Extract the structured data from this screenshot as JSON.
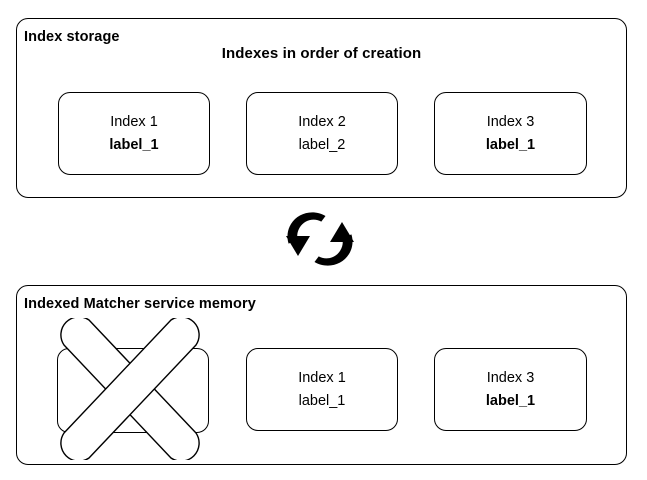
{
  "diagram": {
    "title": "Index storage and Indexed Matcher service memory",
    "stroke_color": "#000000",
    "background_color": "#ffffff"
  },
  "storage_section": {
    "title": "Index storage",
    "heading": "Indexes in order of creation",
    "cards": [
      {
        "name": "Index 1",
        "label": "label_1",
        "label_bold": true
      },
      {
        "name": "Index 2",
        "label": "label_2",
        "label_bold": false
      },
      {
        "name": "Index 3",
        "label": "label_1",
        "label_bold": true
      }
    ]
  },
  "sync": {
    "icon": "sync-arrows-icon",
    "color": "#000000"
  },
  "memory_section": {
    "title": "Indexed Matcher service memory",
    "cards": [
      {
        "name": "",
        "label": "",
        "label_bold": false,
        "removed": true,
        "marker": "cross-out-x-icon"
      },
      {
        "name": "Index 1",
        "label": "label_1",
        "label_bold": false,
        "removed": false
      },
      {
        "name": "Index 3",
        "label": "label_1",
        "label_bold": true,
        "removed": false
      }
    ]
  }
}
